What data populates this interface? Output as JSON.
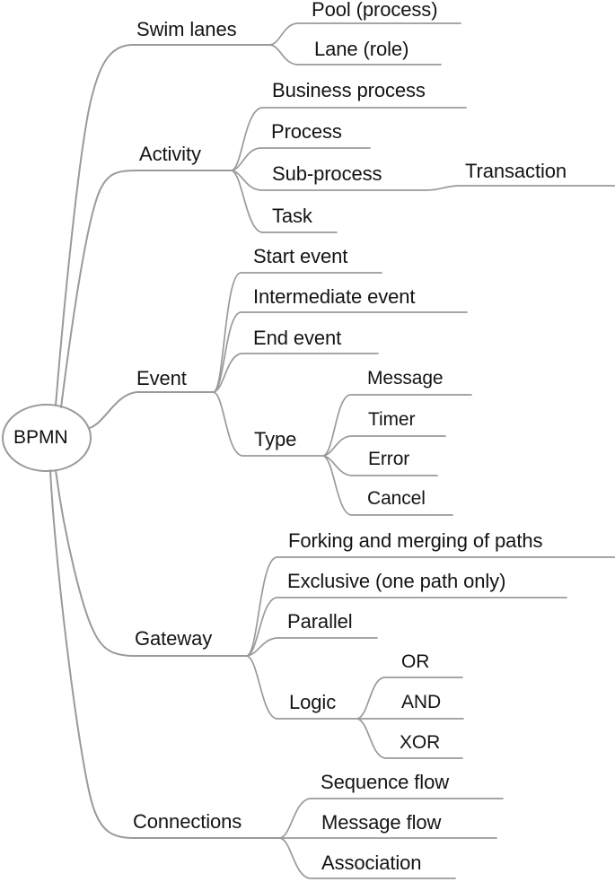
{
  "diagram": {
    "title": "BPMN",
    "type": "mind-map",
    "root": {
      "label": "BPMN",
      "shape": "ellipse"
    },
    "colors": {
      "branch_stroke": "#9a9a9a",
      "text": "#141414",
      "background": "#ffffff"
    },
    "branches": [
      {
        "label": "Swim lanes",
        "children": [
          {
            "label": "Pool (process)",
            "children": []
          },
          {
            "label": "Lane (role)",
            "children": []
          }
        ]
      },
      {
        "label": "Activity",
        "children": [
          {
            "label": "Business process",
            "children": []
          },
          {
            "label": "Process",
            "children": []
          },
          {
            "label": "Sub-process",
            "children": [
              {
                "label": "Transaction",
                "children": []
              }
            ]
          },
          {
            "label": "Task",
            "children": []
          }
        ]
      },
      {
        "label": "Event",
        "children": [
          {
            "label": "Start event",
            "children": []
          },
          {
            "label": "Intermediate event",
            "children": []
          },
          {
            "label": "End event",
            "children": []
          },
          {
            "label": "Type",
            "children": [
              {
                "label": "Message",
                "children": []
              },
              {
                "label": "Timer",
                "children": []
              },
              {
                "label": "Error",
                "children": []
              },
              {
                "label": "Cancel",
                "children": []
              }
            ]
          }
        ]
      },
      {
        "label": "Gateway",
        "children": [
          {
            "label": "Forking and merging of paths",
            "children": []
          },
          {
            "label": "Exclusive (one path only)",
            "children": []
          },
          {
            "label": "Parallel",
            "children": []
          },
          {
            "label": "Logic",
            "children": [
              {
                "label": "OR",
                "children": []
              },
              {
                "label": "AND",
                "children": []
              },
              {
                "label": "XOR",
                "children": []
              }
            ]
          }
        ]
      },
      {
        "label": "Connections",
        "children": [
          {
            "label": "Sequence flow",
            "children": []
          },
          {
            "label": "Message flow",
            "children": []
          },
          {
            "label": "Association",
            "children": []
          }
        ]
      }
    ],
    "labels": {
      "root": "BPMN",
      "swim_lanes": "Swim lanes",
      "pool_process": "Pool (process)",
      "lane_role": "Lane (role)",
      "activity": "Activity",
      "business_process": "Business process",
      "process": "Process",
      "sub_process": "Sub-process",
      "transaction": "Transaction",
      "task": "Task",
      "event": "Event",
      "start_event": "Start event",
      "intermediate_event": "Intermediate event",
      "end_event": "End event",
      "type": "Type",
      "message": "Message",
      "timer": "Timer",
      "error": "Error",
      "cancel": "Cancel",
      "gateway": "Gateway",
      "forking": "Forking and merging of paths",
      "exclusive": "Exclusive (one path only)",
      "parallel": "Parallel",
      "logic": "Logic",
      "or": "OR",
      "and": "AND",
      "xor": "XOR",
      "connections": "Connections",
      "sequence_flow": "Sequence flow",
      "message_flow": "Message flow",
      "association": "Association"
    }
  }
}
